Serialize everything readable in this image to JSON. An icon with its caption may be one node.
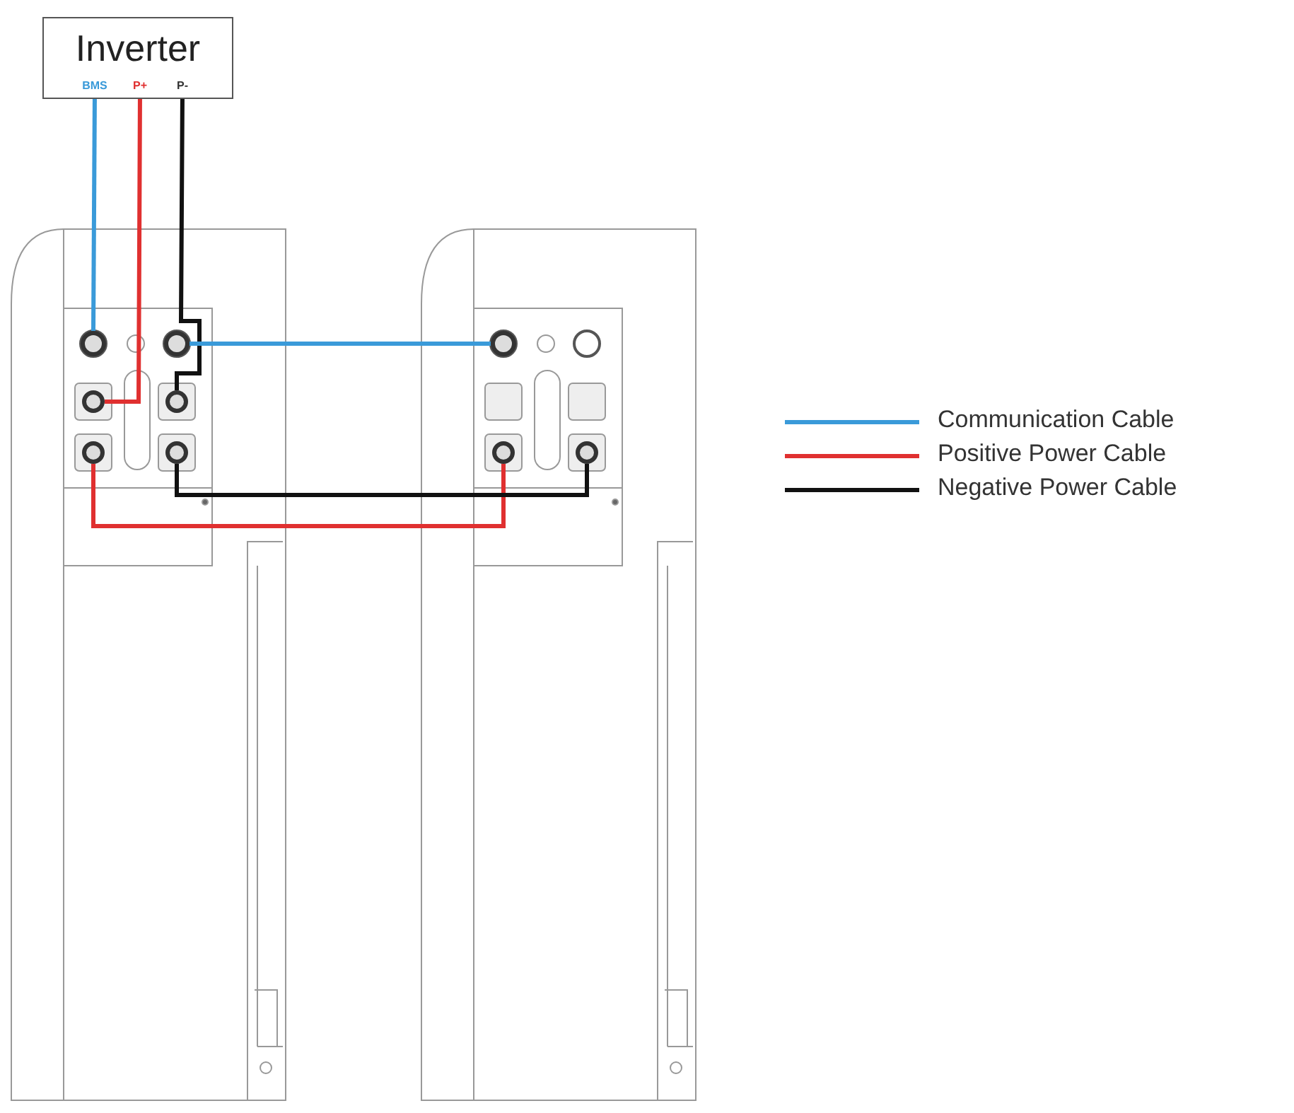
{
  "diagram": {
    "nodes": [
      {
        "text": [
          "Inverter"
        ]
      },
      {
        "text": [
          "BMS"
        ],
        "in": 0
      },
      {
        "text": [
          "P+"
        ],
        "in": 0
      },
      {
        "text": [
          "P-"
        ],
        "in": 0
      },
      {
        "text": [],
        "shape": "circle"
      },
      {
        "text": [],
        "shape": "circle"
      },
      {
        "text": [],
        "shape": "circle"
      },
      {
        "text": [],
        "shape": "circle"
      },
      {
        "text": [],
        "shape": "circle"
      },
      {
        "text": [],
        "shape": "circle"
      },
      {
        "text": [],
        "shape": "circle"
      },
      {
        "text": [],
        "shape": "circle"
      },
      {
        "text": [],
        "shape": "circle"
      }
    ],
    "edges": [
      {
        "from": 1,
        "to": 4,
        "arrow": "none",
        "color": "#3a9ad9"
      },
      {
        "from": 2,
        "to": 6,
        "arrow": "none",
        "color": "#e03030"
      },
      {
        "from": 3,
        "to": 7,
        "arrow": "none",
        "color": "#111111"
      },
      {
        "from": 5,
        "to": 10,
        "arrow": "none",
        "color": "#3a9ad9"
      },
      {
        "from": 8,
        "to": 11,
        "arrow": "none",
        "color": "#e03030"
      },
      {
        "from": 9,
        "to": 12,
        "arrow": "none",
        "color": "#111111"
      }
    ],
    "legend": [
      {
        "text": "Communication Cable",
        "color": "#3a9ad9"
      },
      {
        "text": "Positive Power Cable",
        "color": "#e03030"
      },
      {
        "text": "Negative Power Cable",
        "color": "#111111"
      }
    ]
  }
}
